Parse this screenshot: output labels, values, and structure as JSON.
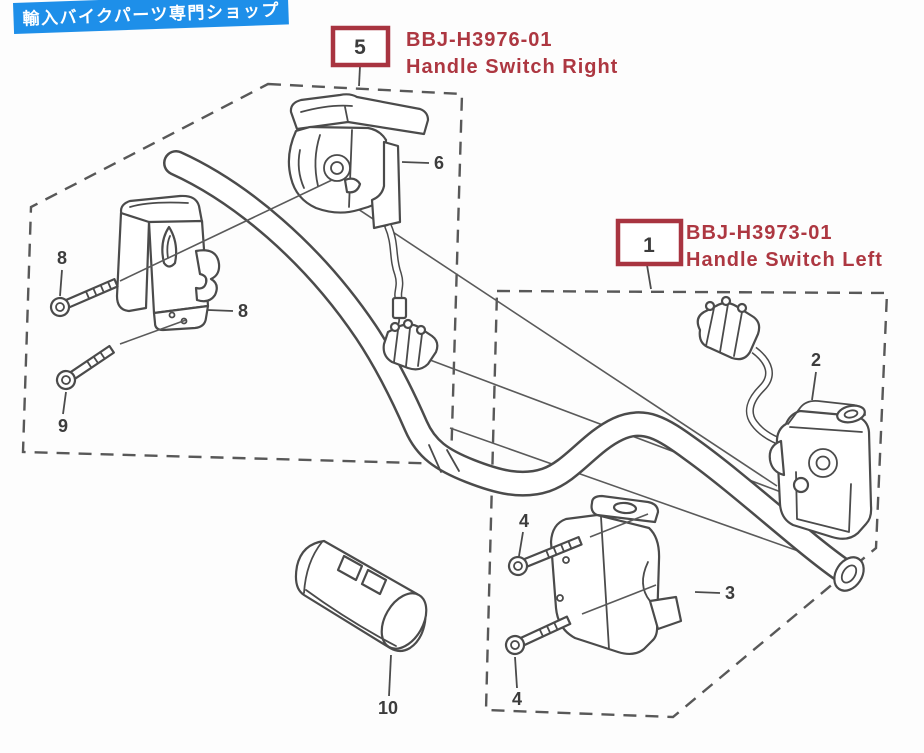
{
  "banner": {
    "text": "輸入バイクパーツ専門ショップ",
    "bg_color": "#1e8fe9",
    "text_color": "#ffffff"
  },
  "assemblies": {
    "right": {
      "ref_number": "5",
      "part_code": "BBJ-H3976-01",
      "part_name": "Handle Switch Right"
    },
    "left": {
      "ref_number": "1",
      "part_code": "BBJ-H3973-01",
      "part_name": "Handle Switch Left"
    }
  },
  "callouts": {
    "switch_cap_right": "6",
    "housing_right": "8",
    "bolt_upper_right_assy": "8",
    "bolt_lower_right_assy": "9",
    "grip": "10",
    "switch_left": "2",
    "housing_left": "3",
    "bolt_upper_left_assy": "4",
    "bolt_lower_left_assy": "4"
  },
  "colors": {
    "accent_red": "#ad3741",
    "ref_box_red": "#a83440",
    "banner_blue": "#1e8fe9",
    "line_gray": "#4b4b4b"
  }
}
